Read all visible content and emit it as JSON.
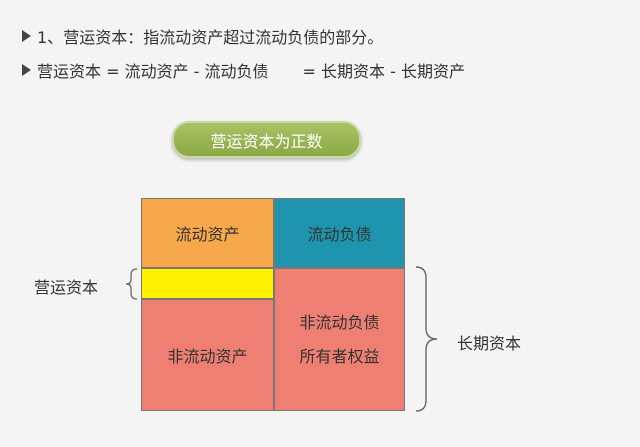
{
  "line1": {
    "marker": "arrow-bullet-icon",
    "number": "1、",
    "text": "营运资本：指流动资产超过流动负债的部分。"
  },
  "line2": {
    "marker": "arrow-bullet-icon",
    "formula_left": "营运资本 = 流动资产 - 流动负债",
    "formula_right": "= 长期资本 - 长期资产"
  },
  "pill": {
    "label": "营运资本为正数",
    "color": "#98b552"
  },
  "diagram": {
    "current_assets": "流动资产",
    "current_liabilities": "流动负债",
    "non_current_assets": "非流动资产",
    "non_current_liabilities": "非流动负债",
    "owners_equity": "所有者权益",
    "working_capital_label": "营运资本",
    "long_term_capital_label": "长期资本",
    "colors": {
      "current_assets": "#f7a84a",
      "current_liabilities": "#1e94ae",
      "working_capital": "#fff200",
      "non_current": "#ef7f73"
    }
  }
}
